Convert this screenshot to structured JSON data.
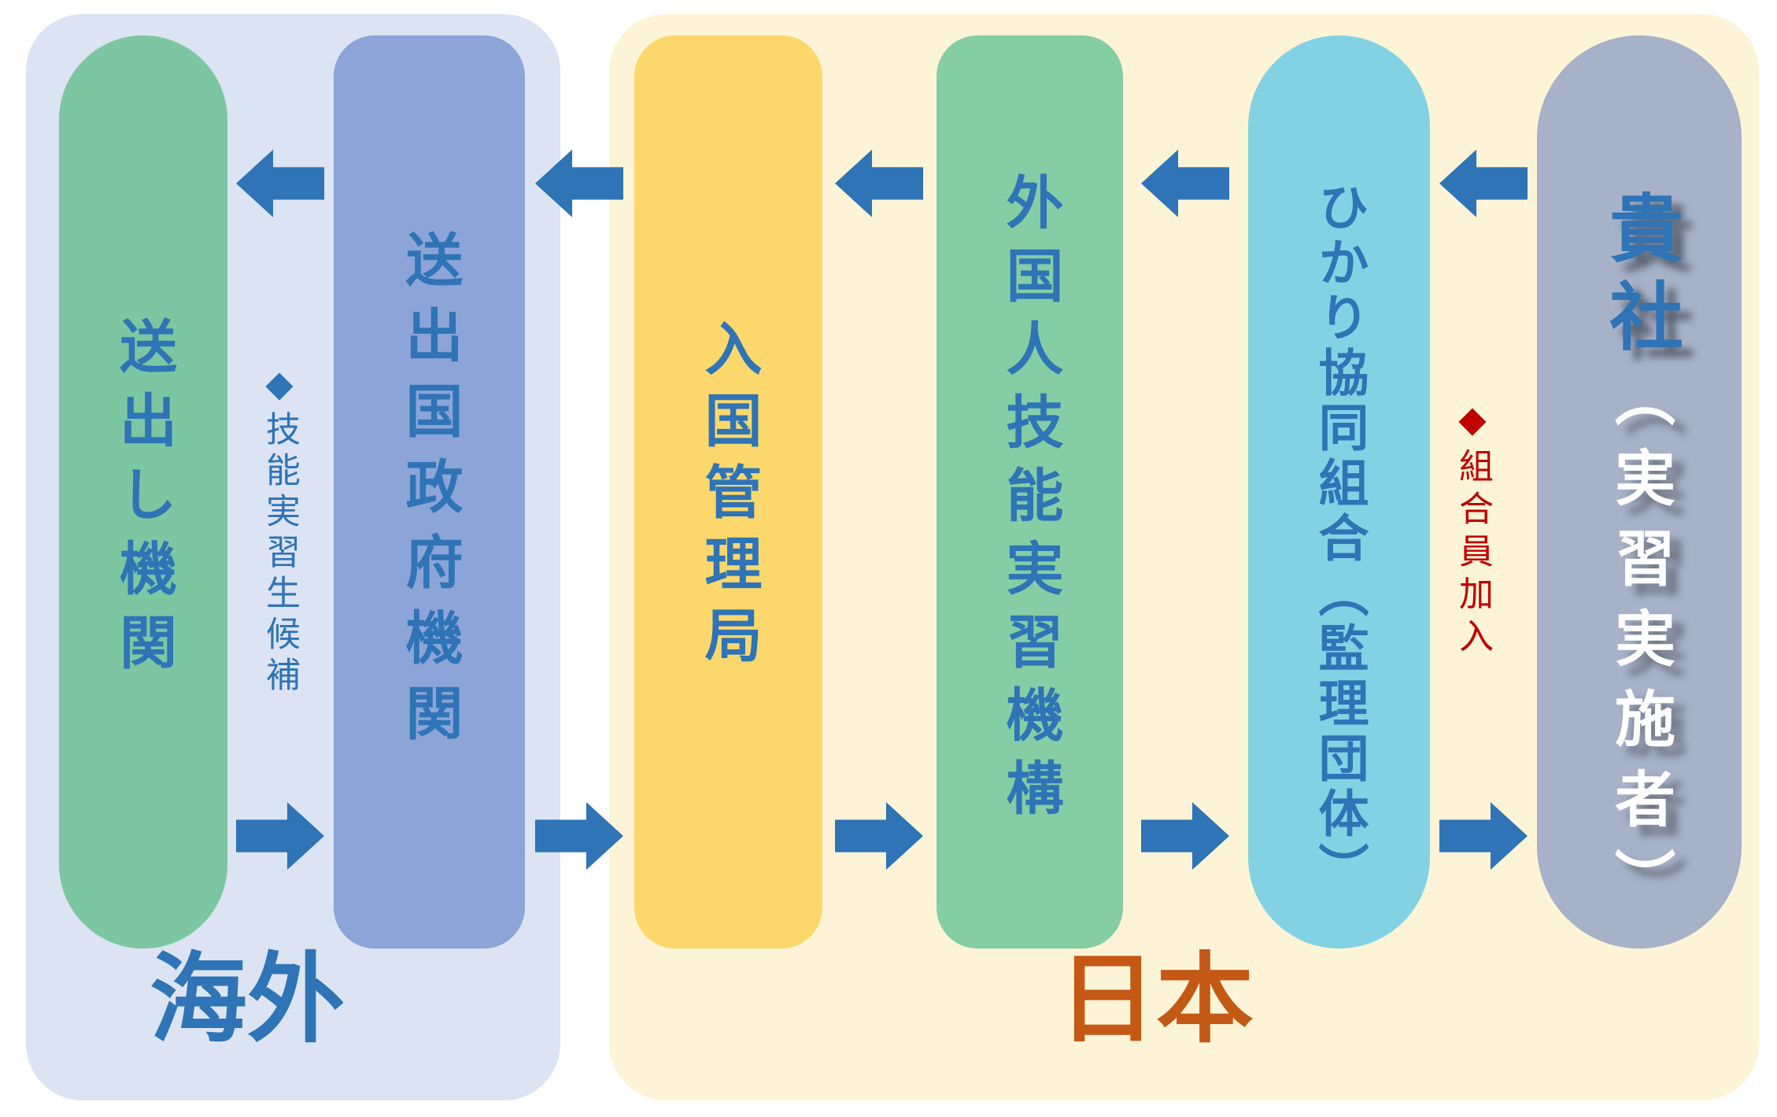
{
  "colors": {
    "page_bg": "#ffffff",
    "overseas_panel": "#dce3f3",
    "japan_panel": "#fdf4d7",
    "node_sending_organization": "#7cc6a2",
    "node_sending_country_government": "#8ca4d7",
    "node_immigration_bureau": "#fbd76c",
    "node_otit": "#85cda5",
    "node_hikari": "#82d2e4",
    "node_your_company": "#a7b2c9",
    "text_blue": "#2e74b6",
    "arrow_blue": "#2e74b6",
    "label_orange": "#c45815",
    "annotation_red": "#c00000"
  },
  "regions": {
    "overseas": {
      "label": "海外",
      "text_color": "#2e74b6",
      "panel_color": "#dce3f3"
    },
    "japan": {
      "label": "日本",
      "text_color": "#c45815",
      "panel_color": "#fdf4d7"
    }
  },
  "nodes": [
    {
      "id": "sending-organization",
      "label": "送出し機関",
      "region": "overseas",
      "shape": "stadium",
      "color": "#7cc6a2"
    },
    {
      "id": "sending-country-government",
      "label": "送出国政府機関",
      "region": "overseas",
      "shape": "rounded-rect",
      "color": "#8ca4d7"
    },
    {
      "id": "immigration-bureau",
      "label": "入国管理局",
      "region": "japan",
      "shape": "rounded-rect",
      "color": "#fbd76c"
    },
    {
      "id": "otit",
      "label": "外国人技能実習機構",
      "region": "japan",
      "shape": "rounded-rect",
      "color": "#85cda5"
    },
    {
      "id": "hikari-cooperative",
      "label": "ひかり協同組合（監理団体）",
      "region": "japan",
      "shape": "stadium",
      "color": "#82d2e4"
    },
    {
      "id": "your-company",
      "label_primary": "貴社",
      "label_secondary": "（実習実施者）",
      "region": "japan",
      "shape": "stadium",
      "color": "#a7b2c9",
      "primary_text_color": "#2e74b6",
      "secondary_text_color": "#ffffff"
    }
  ],
  "annotations": {
    "trainee_candidates": {
      "marker": "◆",
      "text": "技能実習生候補",
      "color": "#2e74b6",
      "location": "between sending-organization and sending-country-government"
    },
    "union_membership": {
      "marker": "◆",
      "text": "組合員加入",
      "color": "#c00000",
      "location": "between hikari-cooperative and your-company"
    }
  },
  "flow": {
    "top_row_arrow_direction": "left",
    "top_row_arrow_count": 5,
    "bottom_row_arrow_direction": "right",
    "bottom_row_arrow_count": 5,
    "arrow_color": "#2e74b6"
  }
}
